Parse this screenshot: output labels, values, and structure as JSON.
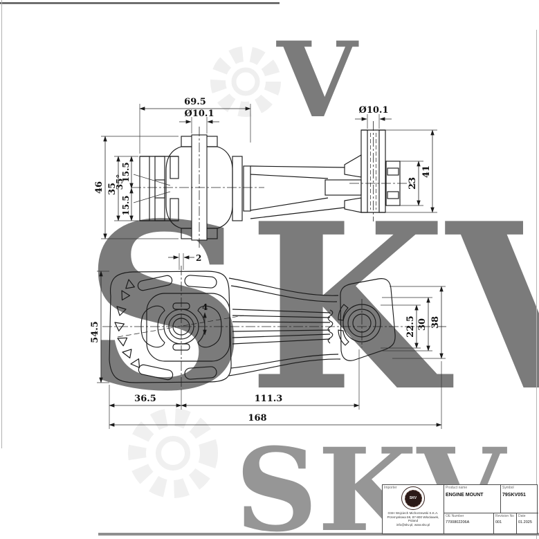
{
  "watermark": {
    "brand": "SKV",
    "glyph": "V",
    "brand2": "SKV"
  },
  "drawing": {
    "side_view": {
      "d_width": "69.5",
      "d_bore_left": "Ø10.1",
      "d_bore_right": "Ø10.1",
      "d_h46": "46",
      "d_h35": "35",
      "d_angle": "35°",
      "d_t_top": "15.5",
      "d_t_bot": "15.5",
      "d_h23": "23",
      "d_h41": "41"
    },
    "plan_view": {
      "d_off2": "2",
      "d_off4": "4",
      "d_h545": "54.5",
      "d_h225": "22.5",
      "d_h30": "30",
      "d_h38": "38",
      "d_w365": "36.5",
      "d_w1113": "111.3",
      "d_w168": "168"
    }
  },
  "title_block": {
    "importer_label": "Importer",
    "logo_text": "SKV",
    "company_line1": "GSH Wojciech Michorzewski S.K.A.",
    "company_line2": "Przemysłowa 59, 87-800 Włocławek, Poland",
    "company_line3": "info@skv.pl, www.skv.pl",
    "product_label": "Product name",
    "product_value": "ENGINE MOUNT",
    "symbol_label": "Symbol",
    "symbol_value": "79SKV051",
    "oe_label": "OE Number",
    "oe_value": "7700802206A",
    "revision_label": "Revision No",
    "revision_value": "001",
    "date_label": "Date",
    "date_value": "01.2025"
  }
}
